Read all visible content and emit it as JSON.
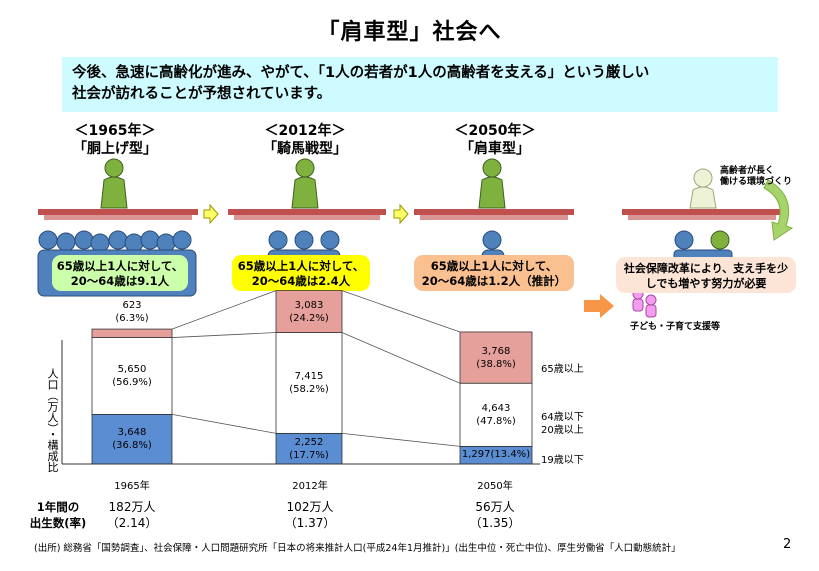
{
  "title": "「肩車型」社会へ",
  "intro": {
    "line1": "今後、急速に高齢化が進み、やがて、「1人の若者が1人の高齢者を支える」という厳しい",
    "line2": "社会が訪れることが予想されています。"
  },
  "eras": [
    {
      "year": "＜1965年＞",
      "type": "「胴上げ型」",
      "caption1": "65歳以上1人に対して、",
      "caption2": "20～64歳は9.1人",
      "color": "#ccffaa"
    },
    {
      "year": "＜2012年＞",
      "type": "「騎馬戦型」",
      "caption1": "65歳以上1人に対して、",
      "caption2": "20～64歳は2.4人",
      "color": "#ffff00"
    },
    {
      "year": "＜2050年＞",
      "type": "「肩車型」",
      "caption1": "65歳以上1人に対して、",
      "caption2": "20～64歳は1.2人（推計）",
      "color": "#fac090"
    }
  ],
  "reform": {
    "elder_note1": "高齢者が長く",
    "elder_note2": "働ける環境づくり",
    "caption1": "社会保障改革により、支え手を少",
    "caption2": "しでも増やす努力が必要",
    "child_note": "子ども・子育て支援等"
  },
  "colors": {
    "elder": "#e6a09c",
    "working": "#ffffff",
    "young": "#5b8dd3",
    "platform": "#c0504d",
    "figure_green": "#7fb13f",
    "figure_blue": "#4f81bd"
  },
  "chart_data": {
    "type": "bar",
    "stacked": true,
    "ylabel": "人口（万人）・構成比",
    "categories": [
      "1965年",
      "2012年",
      "2050年"
    ],
    "series": [
      {
        "name": "19歳以下",
        "values": [
          3648,
          2252,
          1297
        ],
        "shares": [
          "(36.8%)",
          "(17.7%)",
          "(13.4%)"
        ],
        "labels": [
          "3,648",
          "2,252",
          "1,297"
        ]
      },
      {
        "name": "20歳以上 64歳以下",
        "values": [
          5650,
          7415,
          4643
        ],
        "shares": [
          "(56.9%)",
          "(58.2%)",
          "(47.8%)"
        ],
        "labels": [
          "5,650",
          "7,415",
          "4,643"
        ]
      },
      {
        "name": "65歳以上",
        "values": [
          623,
          3083,
          3768
        ],
        "shares": [
          "(6.3%)",
          "(24.2%)",
          "(38.8%)"
        ],
        "labels": [
          "623",
          "3,083",
          "3,768"
        ]
      }
    ],
    "right_labels": {
      "top": "65歳以上",
      "mid1": "64歳以下",
      "mid2": "20歳以上",
      "bottom": "19歳以下"
    },
    "births": {
      "label1": "1年間の",
      "label2": "出生数(率)",
      "values": [
        "182万人",
        "102万人",
        "56万人"
      ],
      "rates": [
        "（2.14）",
        "（1.37）",
        "（1.35）"
      ]
    }
  },
  "source": "(出所) 総務省「国勢調査」、社会保障・人口問題研究所「日本の将来推計人口(平成24年1月推計)」(出生中位・死亡中位)、厚生労働省「人口動態統計」",
  "page_number": "2"
}
